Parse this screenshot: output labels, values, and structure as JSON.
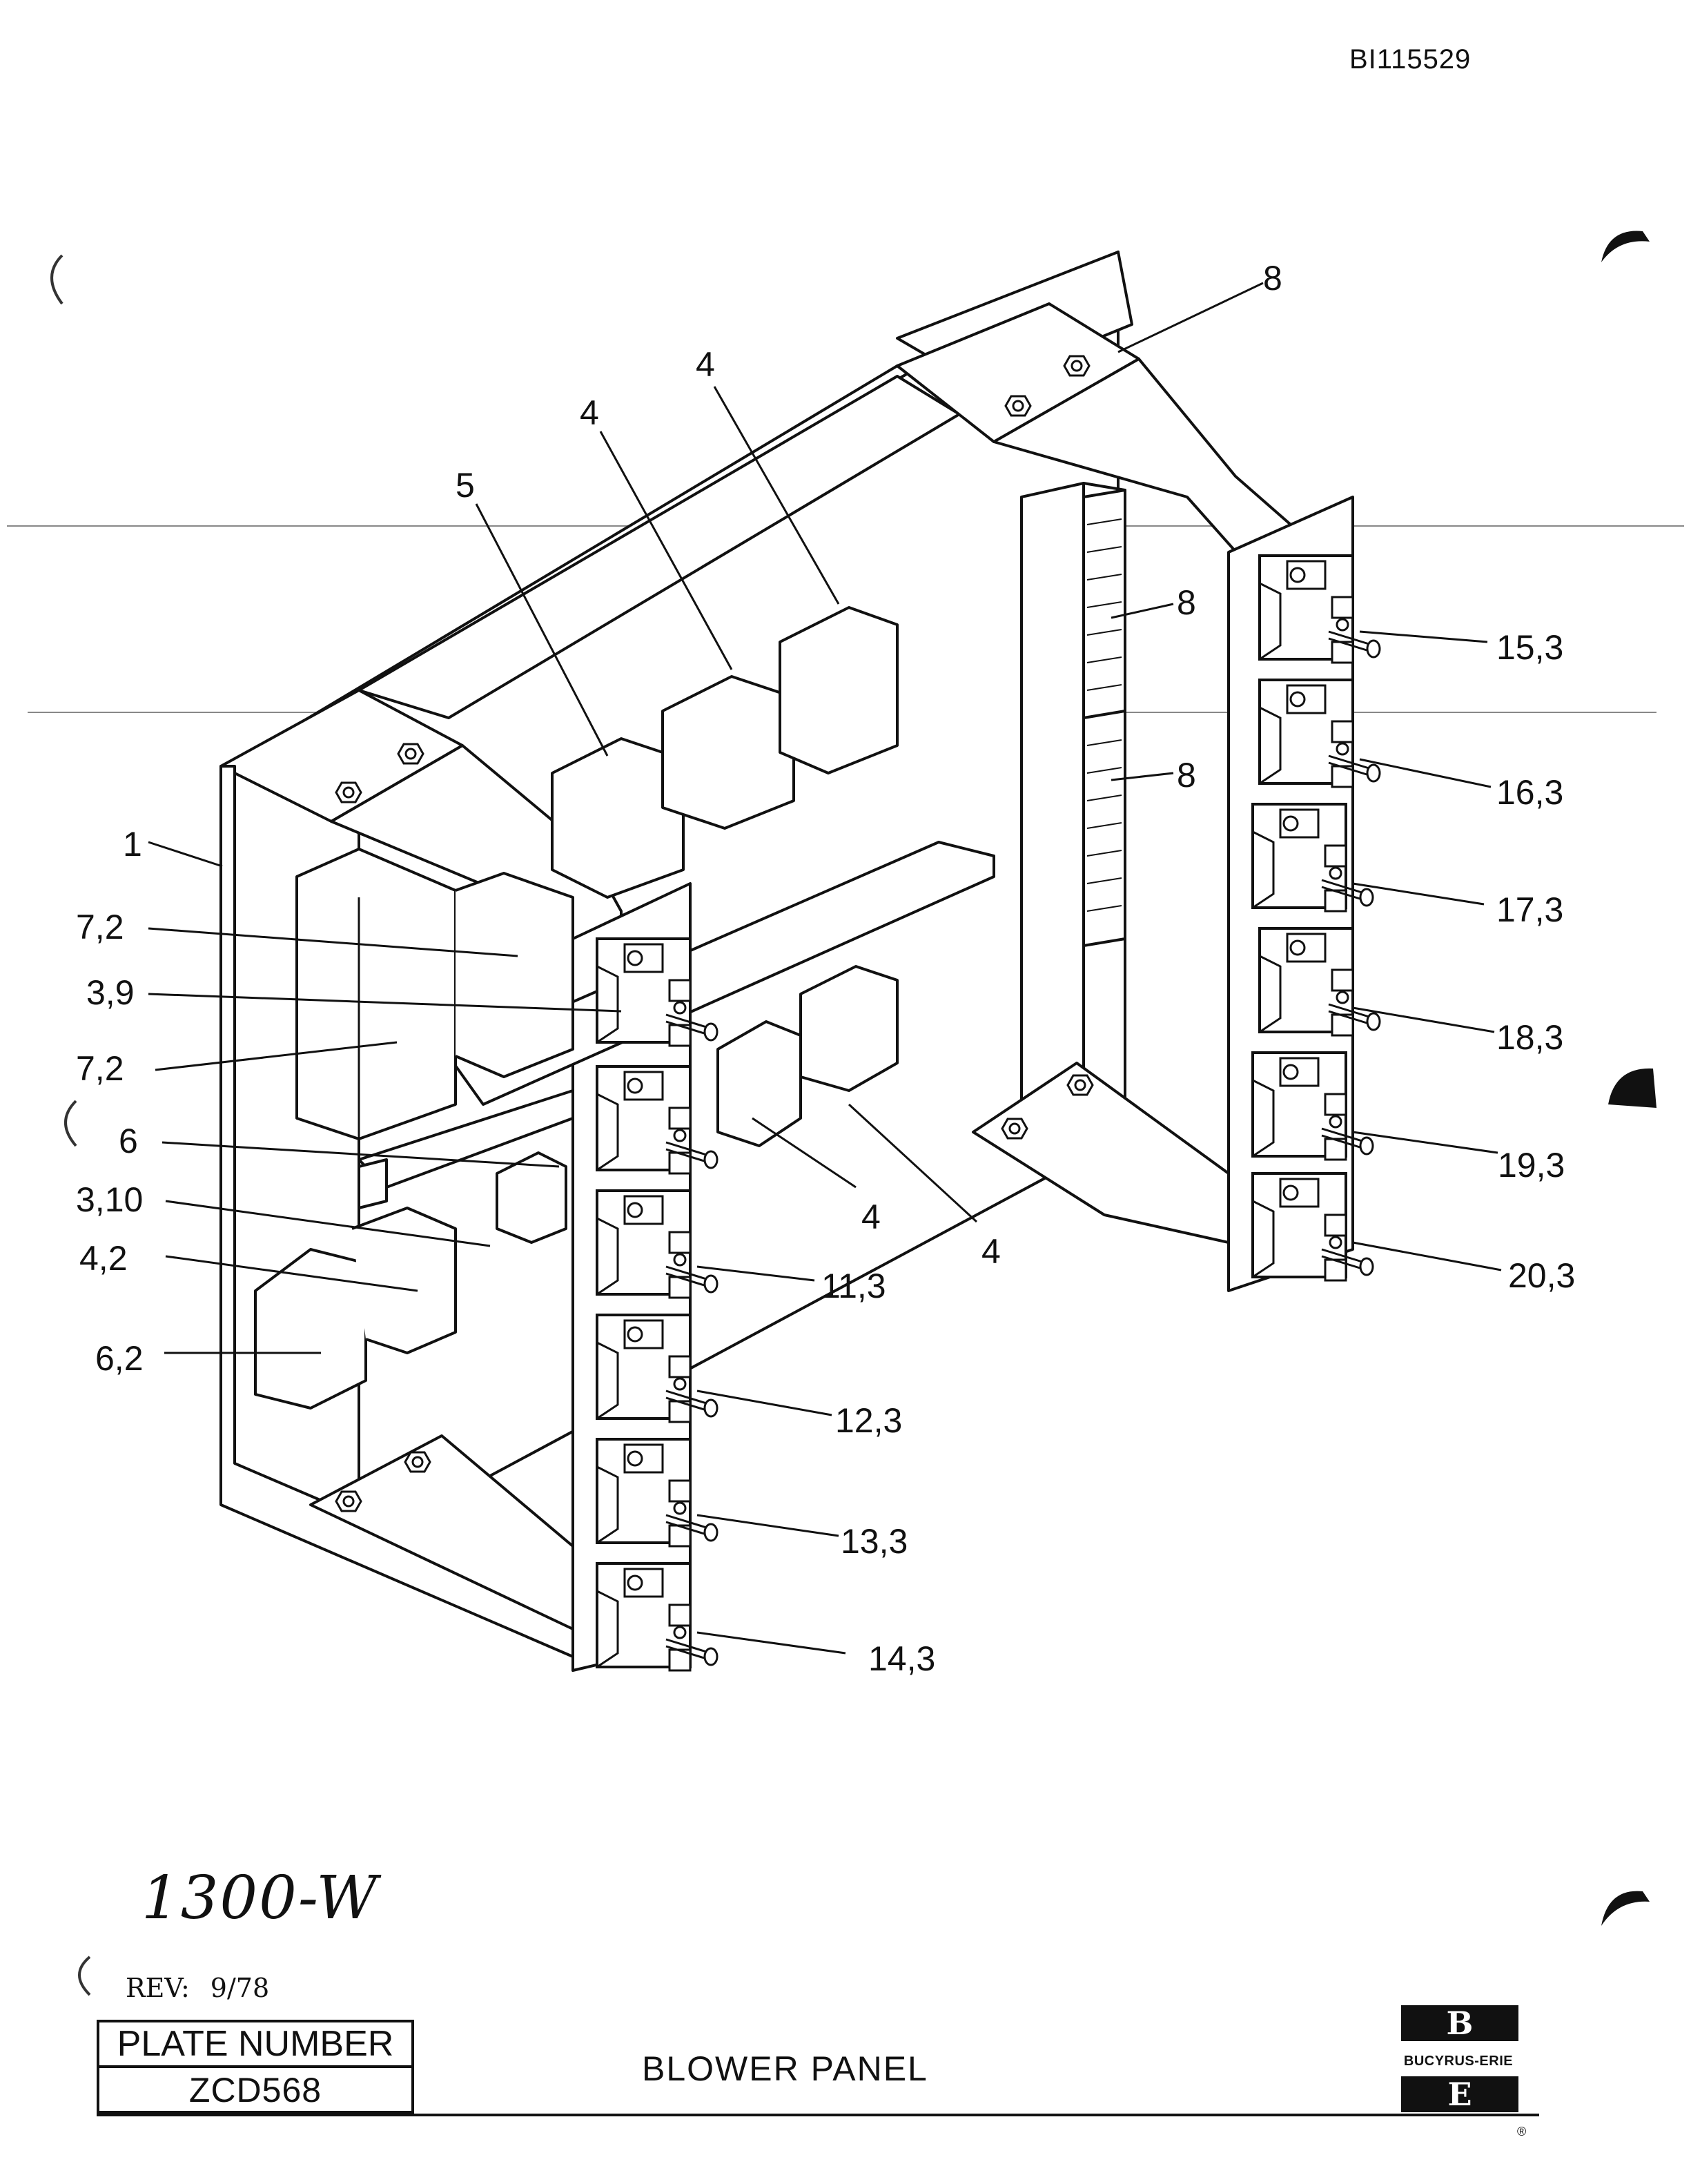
{
  "document": {
    "id": "BI115529",
    "handwritten_note": "1300-W",
    "revision_label": "REV:",
    "revision_value": "9/78",
    "plate_number_label": "PLATE NUMBER",
    "plate_number": "ZCD568",
    "title": "BLOWER PANEL",
    "logo": {
      "top_letter": "B",
      "name": "BUCYRUS-ERIE",
      "bottom_letter": "E",
      "registered": "®"
    }
  },
  "callouts": {
    "c1": "1",
    "c2": "7,2",
    "c3": "3,9",
    "c4": "7,2",
    "c5": "6",
    "c6": "3,10",
    "c7": "4,2",
    "c8": "6,2",
    "c9": "5",
    "c10": "4",
    "c11": "4",
    "c12": "8",
    "c13": "8",
    "c14": "8",
    "c15": "4",
    "c16": "4",
    "c17": "11,3",
    "c18": "12,3",
    "c19": "13,3",
    "c20": "14,3",
    "c21": "15,3",
    "c22": "16,3",
    "c23": "17,3",
    "c24": "18,3",
    "c25": "19,3",
    "c26": "20,3"
  }
}
